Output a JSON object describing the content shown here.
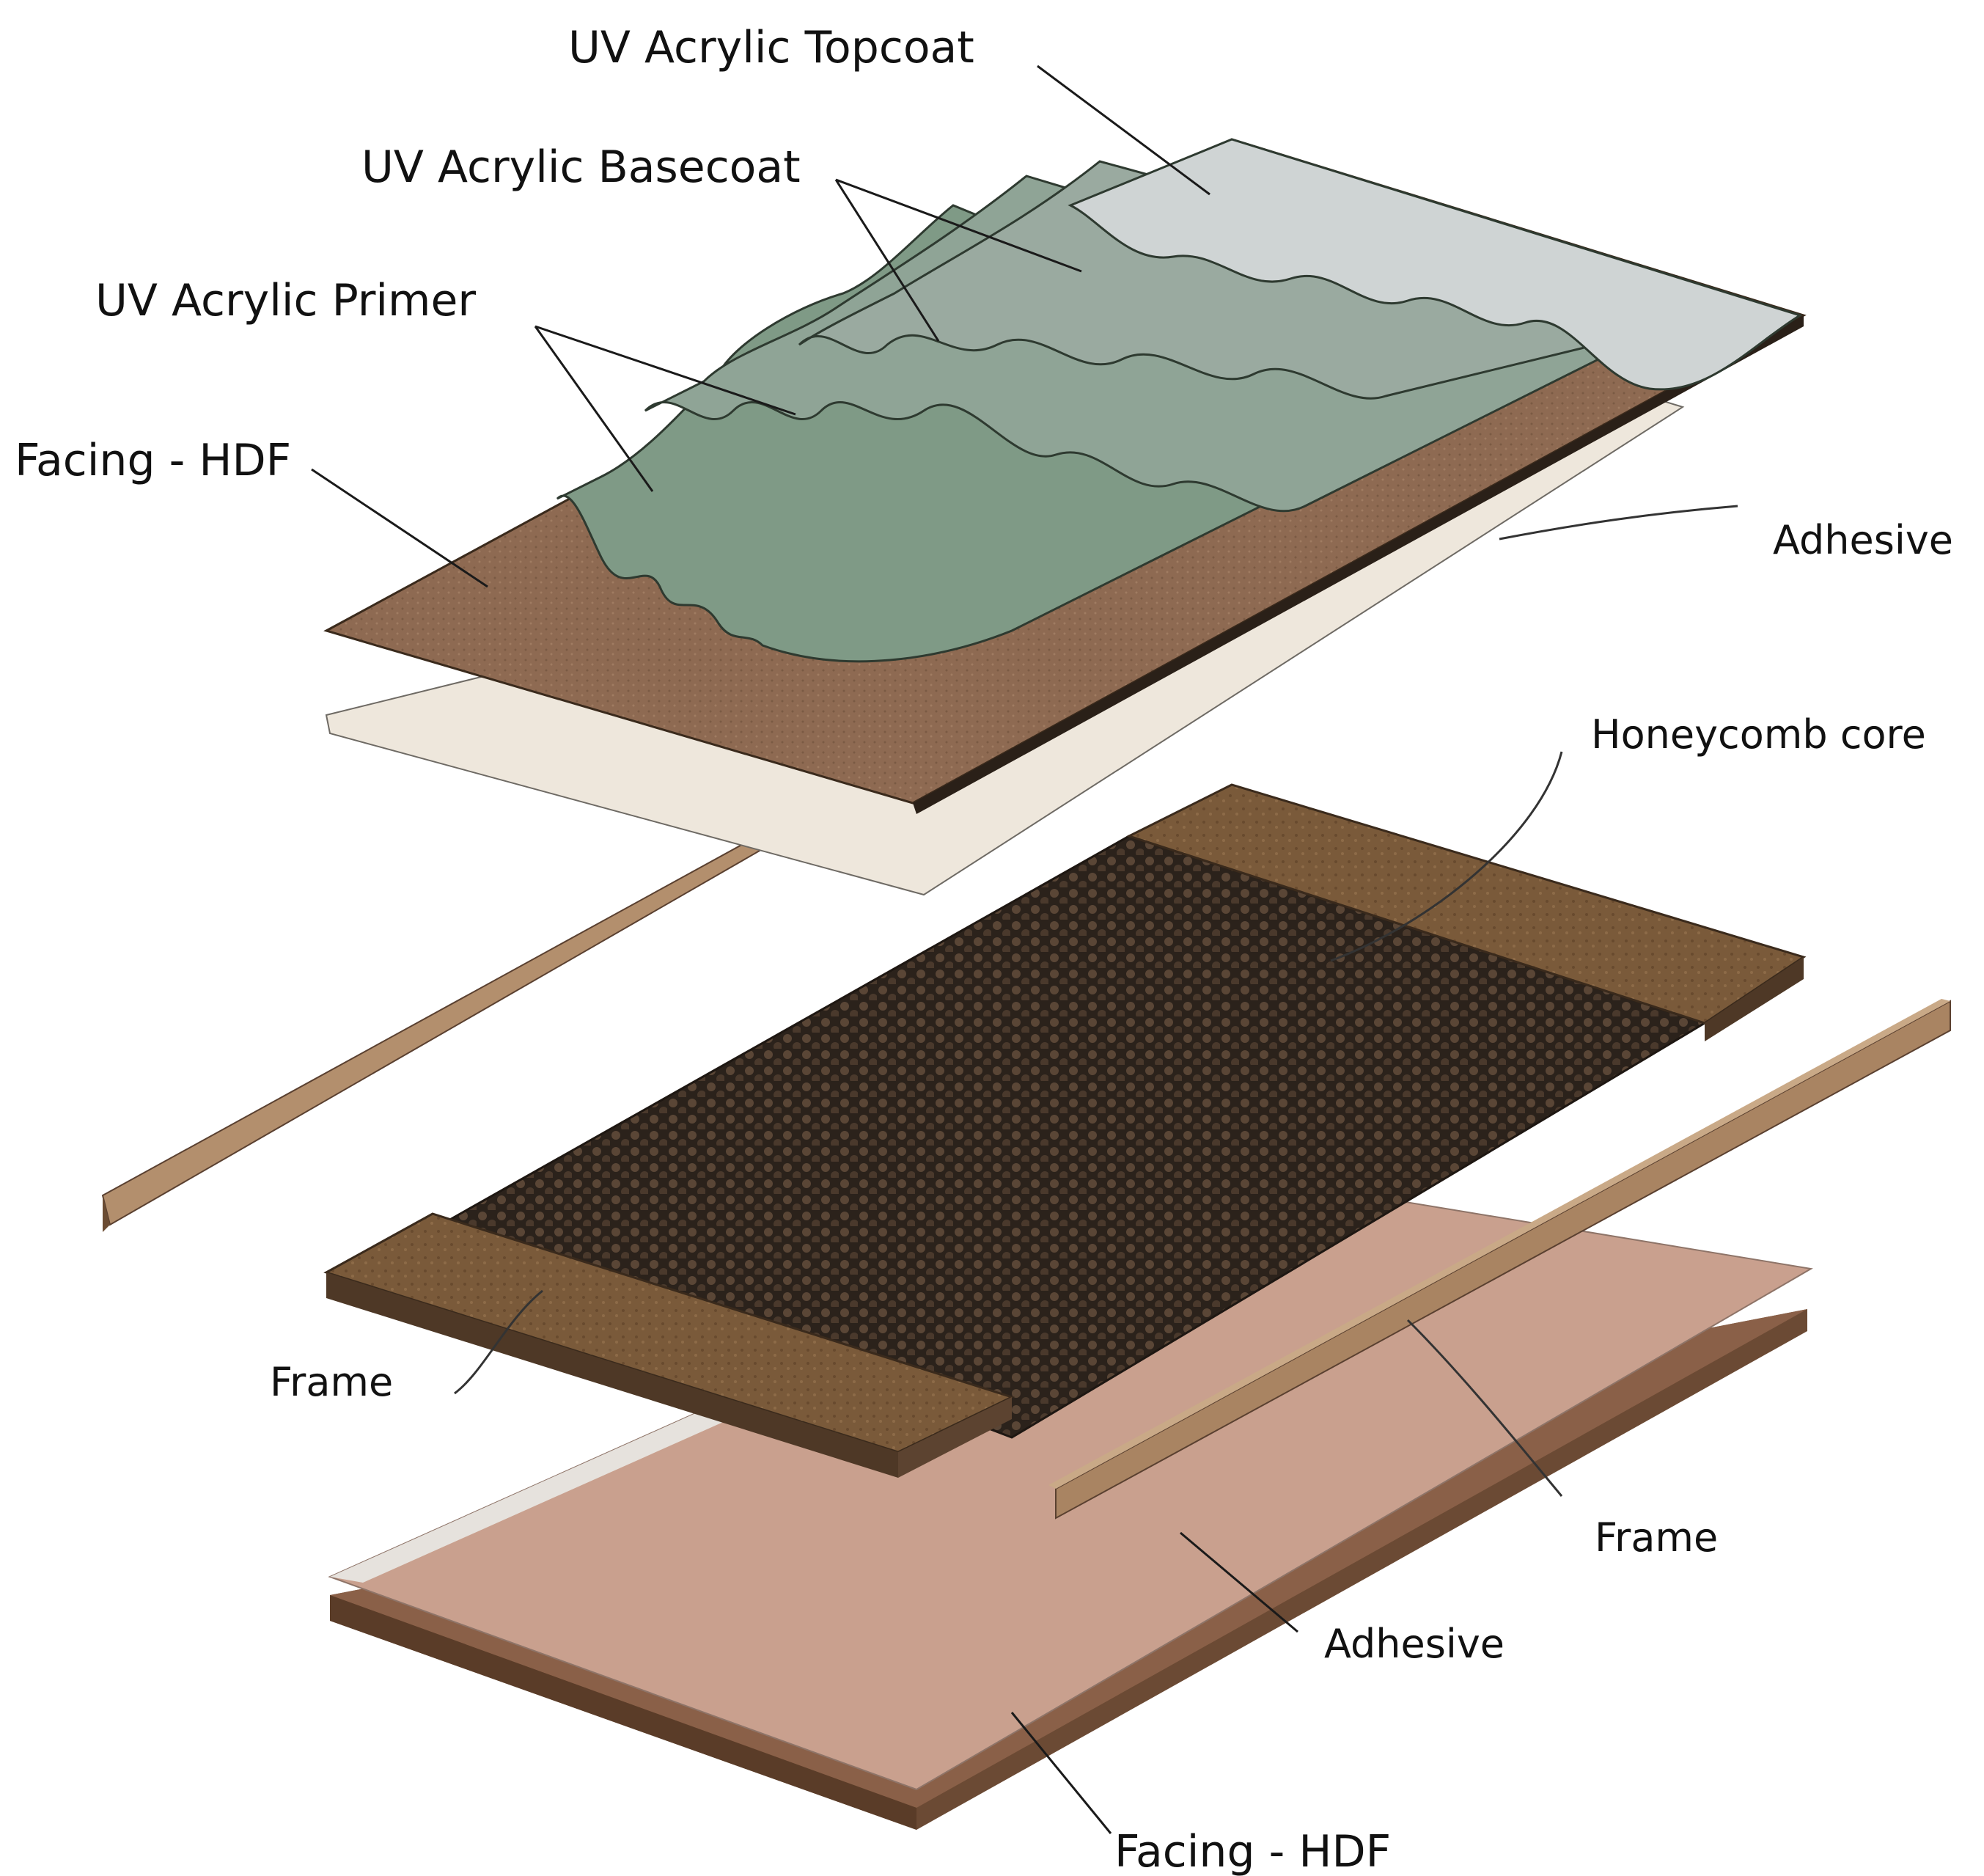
{
  "diagram": {
    "labels": {
      "topcoat": "UV Acrylic Topcoat",
      "basecoat": "UV Acrylic Basecoat",
      "primer": "UV Acrylic Primer",
      "facing_top": "Facing - HDF",
      "adhesive_top": "Adhesive",
      "honeycomb": "Honeycomb core",
      "frame_left": "Frame",
      "frame_right": "Frame",
      "adhesive_bottom": "Adhesive",
      "facing_bottom": "Facing - HDF"
    },
    "colors": {
      "hdf": "#8e6a52",
      "hdf_edge": "#5a3f2c",
      "adhesive": "#efe8df",
      "primer": "#7f9a86",
      "basecoat": "#95a69b",
      "topcoat": "#cfd4d4",
      "honeycomb": "#3a2e24",
      "frame": "#7a5a3a",
      "bottom_adhesive": "#c79f8e"
    }
  }
}
